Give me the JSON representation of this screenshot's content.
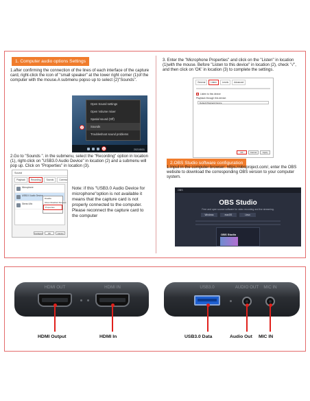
{
  "section1": {
    "heading": "1. Computer audio options Settings",
    "step1_text": "1.after confirming the connection of the lines of each interface of the capture card, right-click the icon of \"small speaker\" at the lower right corner (1)of the computer with the mouse.A submenu popso up to select (2)\"Sounds\".",
    "context_menu": [
      "Open Sound settings",
      "Open Volume mixer",
      "Spatial sound (Off)",
      "Sounds",
      "Troubleshoot sound problems"
    ],
    "taskbar_clock": "2021/5/31",
    "marker_1": "1",
    "marker_2": "2",
    "step2_text": "2.Go to \"Sounds \". in the submenu, select the \"Recording\" option in location (1), right-click on \"USB3.0 Audio Device\" in location (2) and a submenu will pop up. Click on \"Properties\" in location (3).",
    "sound_dialog": {
      "title": "Sound",
      "tabs": [
        "Playback",
        "Recording",
        "Sounds",
        "Communications"
      ],
      "devices": [
        "Microphone",
        "USB3.0 Audio Device",
        "Stereo Mix"
      ],
      "submenu": [
        "Disable",
        "Show Disabled Devices",
        "Properties"
      ],
      "buttons": [
        "Configure",
        "OK",
        "Cancel"
      ]
    },
    "note_text": "Note: if this \"USB3.0 Audio Device for microphone\"option is not available it means that the capture card is not properly connected to the computer. Please reconnect the capture card to the computer"
  },
  "section3": {
    "step3_text": "3. Enter the \"Microphone Properties\" and click on the \"Listen\" in location (1)with the mouse. Before \"Listen to this device\" in location (2), check \"√\", and then click on 'OK' in location (3) to complete the settings.",
    "props_dialog": {
      "tabs": [
        "General",
        "Listen",
        "Levels",
        "Advanced"
      ],
      "checkbox_label": "Listen to this device",
      "checkbox_mark": "√",
      "field_label": "Playback through this device:",
      "field_value": "Default Playback Device",
      "buttons": [
        "OK",
        "Cancel",
        "Apply"
      ]
    }
  },
  "section2": {
    "heading": "2.OBS Studio software configuration",
    "step1_text": "1.Input in the computer browser: https://obsproject.com/, enter the OBS website to download the corresponding OBS version to your computer system.",
    "obs_site": {
      "topbar": "OBS",
      "title": "OBS Studio",
      "subtitle": "Free and open source software for video recording and live streaming.",
      "buttons": [
        "Windows",
        "macOS",
        "Linux"
      ],
      "preview_title": "OBS Studio"
    }
  },
  "ports": {
    "device_left": {
      "port_labels": [
        "HDMI OUT",
        "HDMI IN"
      ],
      "captions": [
        "HDMI Output",
        "HDMI In"
      ]
    },
    "device_right": {
      "port_labels": [
        "USB3.0",
        "AUDIO OUT",
        "MIC IN"
      ],
      "captions": [
        "USB3.0 Data",
        "Audio Out",
        "MIC IN"
      ]
    },
    "accent_color": "#e0201b"
  }
}
